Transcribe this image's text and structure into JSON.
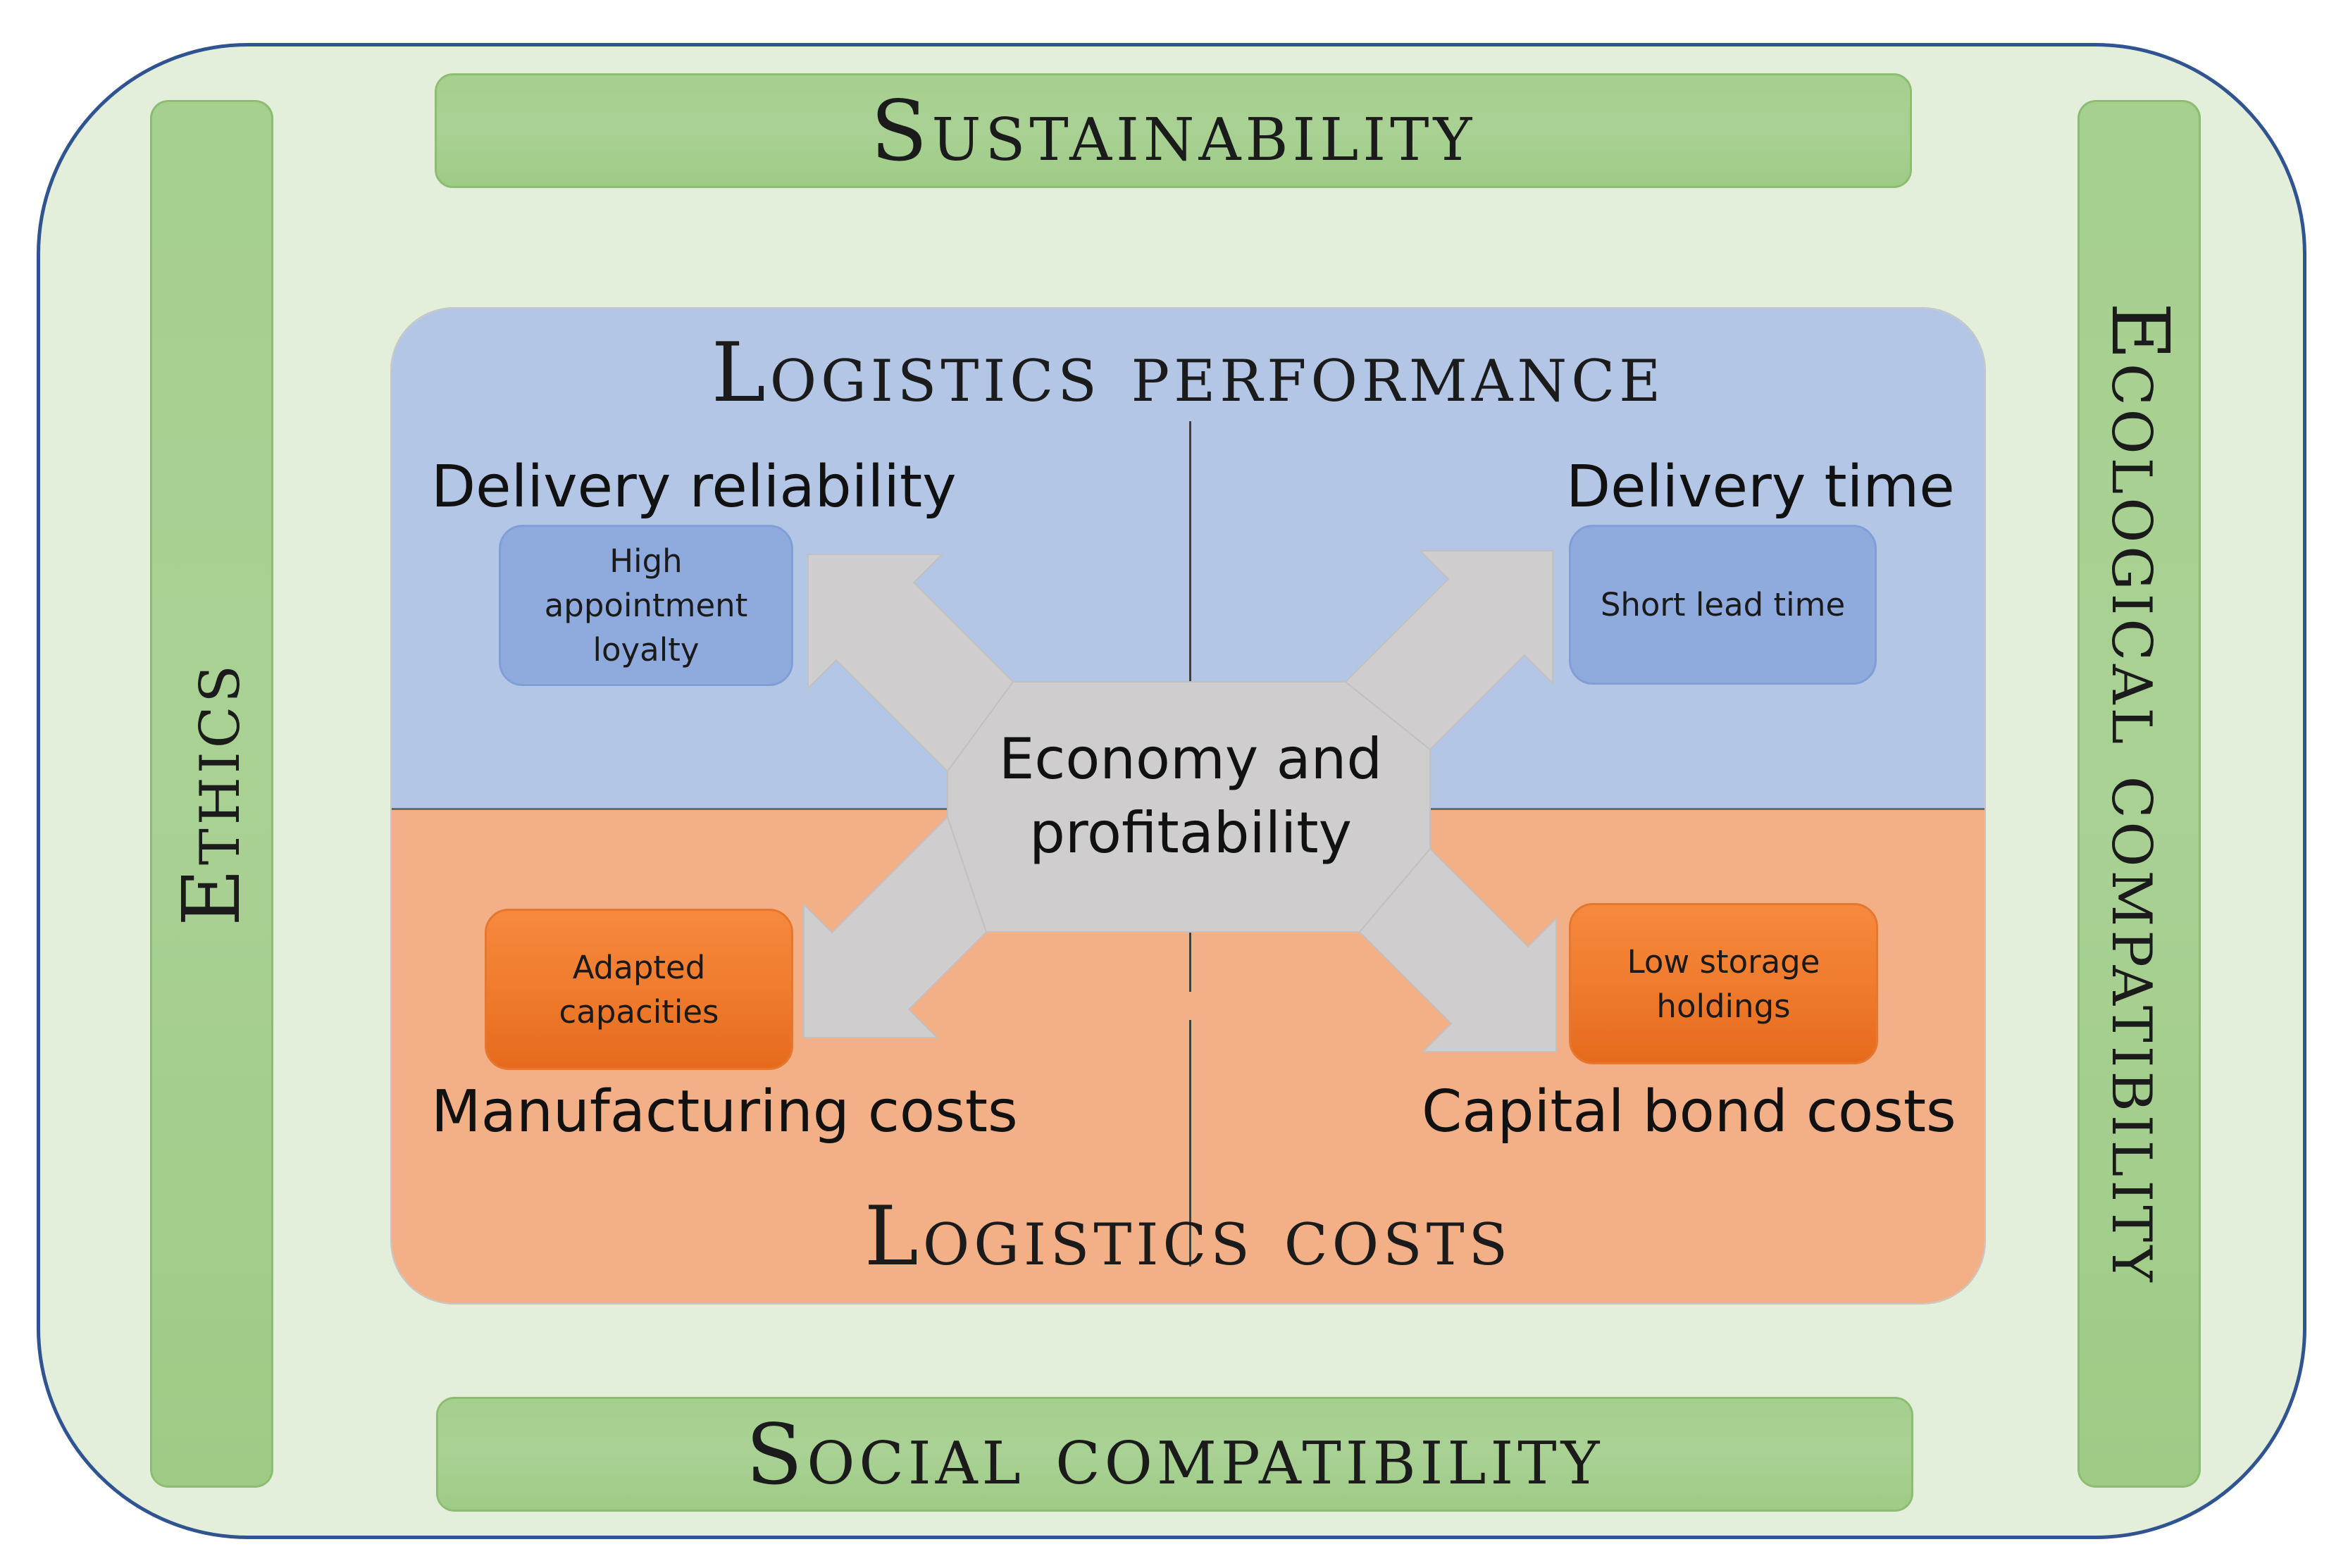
{
  "bands": {
    "top": "Sustainability",
    "bottom": "Social compatibility",
    "left": "Ethics",
    "right": "Ecological compatibility"
  },
  "core": {
    "performance_title": "Logistics performance",
    "costs_title": "Logistics costs",
    "center": [
      "Economy and",
      "profitability"
    ]
  },
  "quadrants": {
    "top_left": {
      "label": "Delivery reliability",
      "box": [
        "High",
        "appointment",
        "loyalty"
      ]
    },
    "top_right": {
      "label": "Delivery time",
      "box": [
        "Short lead time"
      ]
    },
    "bottom_left": {
      "label": "Manufacturing costs",
      "box": [
        "Adapted",
        "capacities"
      ]
    },
    "bottom_right": {
      "label": "Capital bond costs",
      "box": [
        "Low storage",
        "holdings"
      ]
    }
  },
  "colors": {
    "frame_fill": "#e3efda",
    "frame_border": "#2f5491",
    "band_green": "#a9d194",
    "performance_blue": "#b3c6e6",
    "costs_orange": "#f3b087",
    "box_blue": "#8faadc",
    "box_orange": "#ef7a2c",
    "arrow_gray": "#cfcdcd"
  }
}
